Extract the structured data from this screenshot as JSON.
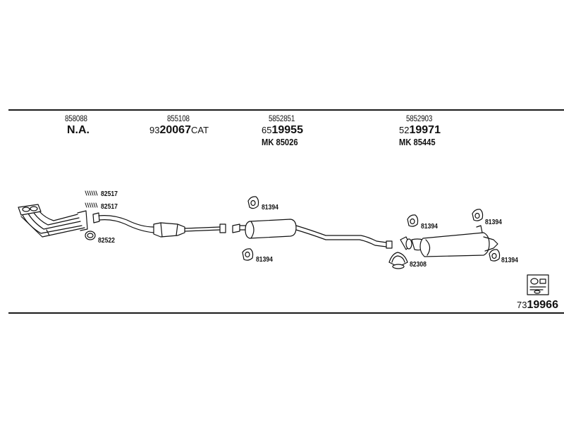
{
  "columns": [
    {
      "ref": "858088",
      "main": "N.A."
    },
    {
      "ref": "855108",
      "prefix": "93",
      "number": "20067",
      "suffix": "CAT"
    },
    {
      "ref": "5852851",
      "prefix": "65",
      "number": "19955",
      "mk": "MK  85026"
    },
    {
      "ref": "5852903",
      "prefix": "52",
      "number": "19971",
      "mk": "MK  85445"
    }
  ],
  "part_labels": {
    "hanger_a": "82517",
    "hanger_b": "82517",
    "gasket": "82522",
    "mount": "81394",
    "clamp": "82308"
  },
  "kit": {
    "prefix": "73",
    "number": "19966"
  }
}
